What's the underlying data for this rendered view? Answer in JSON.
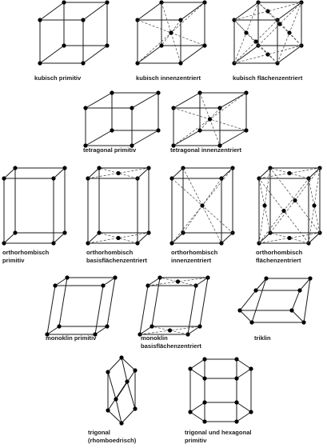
{
  "lattices": [
    {
      "id": "kubisch-primitiv",
      "lines": [
        "kubisch primitiv"
      ]
    },
    {
      "id": "kubisch-innenzentriert",
      "lines": [
        "kubisch innenzentriert"
      ]
    },
    {
      "id": "kubisch-flaechenzentriert",
      "lines": [
        "kubisch flächenzentriert"
      ]
    },
    {
      "id": "tetragonal-primitiv",
      "lines": [
        "tetragonal primitiv"
      ]
    },
    {
      "id": "tetragonal-innenzentriert",
      "lines": [
        "tetragonal innenzentriert"
      ]
    },
    {
      "id": "orthorhombisch-primitiv",
      "lines": [
        "orthorhombisch",
        "primitiv"
      ]
    },
    {
      "id": "orthorhombisch-basisflaechenzentriert",
      "lines": [
        "orthorhombisch",
        "basisflächenzentriert"
      ]
    },
    {
      "id": "orthorhombisch-innenzentriert",
      "lines": [
        "orthorhombisch",
        "innenzentriert"
      ]
    },
    {
      "id": "orthorhombisch-flaechenzentriert",
      "lines": [
        "orthorhombisch",
        "flächenzentriert"
      ]
    },
    {
      "id": "monoklin-primitiv",
      "lines": [
        "monoklin primitiv"
      ]
    },
    {
      "id": "monoklin-basisflaechenzentriert",
      "lines": [
        "monoklin",
        "basisflächenzentriert"
      ]
    },
    {
      "id": "triklin",
      "lines": [
        "triklin"
      ]
    },
    {
      "id": "trigonal-rhomboedrisch",
      "lines": [
        "trigonal",
        "(rhomboedrisch)"
      ]
    },
    {
      "id": "trigonal-und-hexagonal-primitiv",
      "lines": [
        "trigonal und hexagonal",
        "primitiv"
      ]
    }
  ]
}
